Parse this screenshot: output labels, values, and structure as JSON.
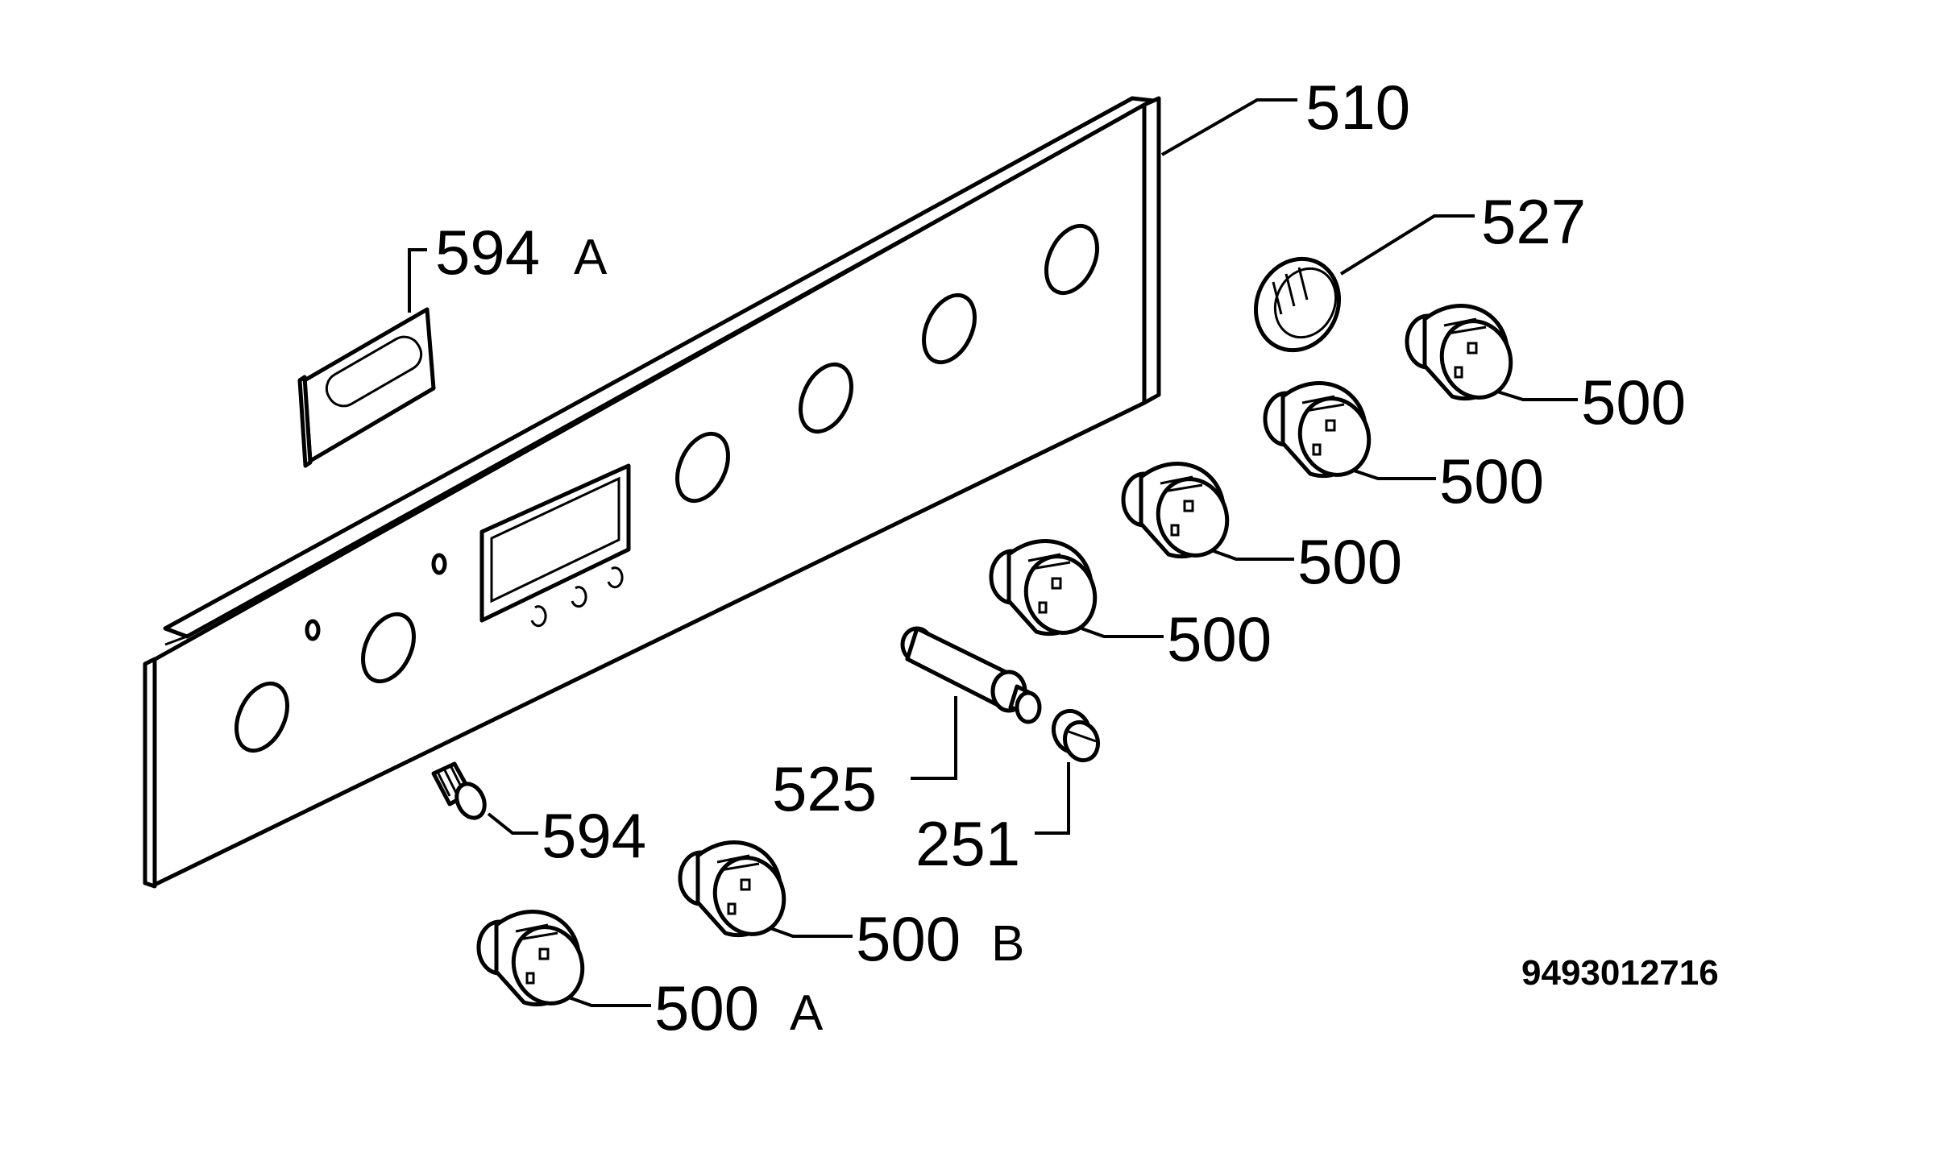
{
  "diagram": {
    "labels": {
      "panel": "510",
      "bezel": "527",
      "knob": "500",
      "knob_a_num": "500",
      "knob_a_suffix": "A",
      "knob_b_num": "500",
      "knob_b_suffix": "B",
      "bracket_num": "594",
      "bracket_suffix": "A",
      "screw": "594",
      "shaft": "525",
      "button": "251"
    },
    "reference_code": "9493012716"
  }
}
